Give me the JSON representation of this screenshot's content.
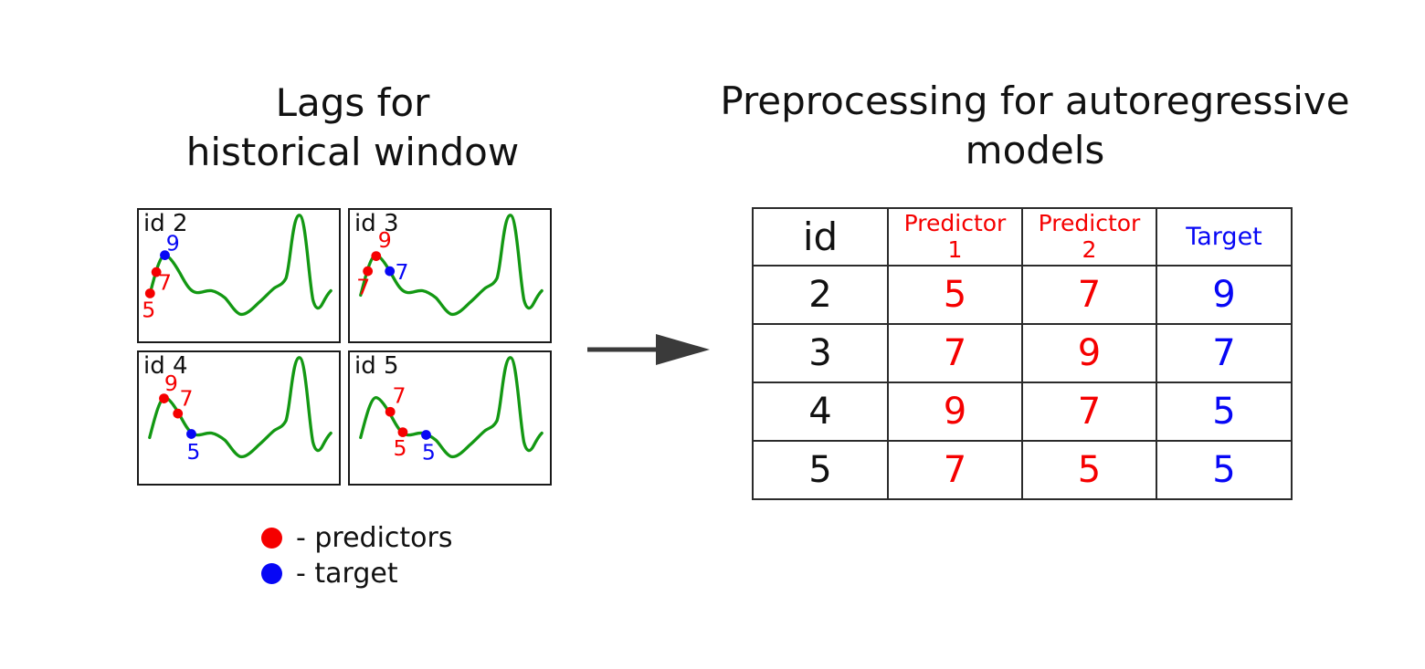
{
  "titles": {
    "left_line1": "Lags for",
    "left_line2": "historical window",
    "right_line1": "Preprocessing for autoregressive",
    "right_line2": "models"
  },
  "colors": {
    "predictor_red": "#f50000",
    "target_blue": "#0707f5",
    "curve_green": "#139813",
    "arrow_gray": "#3a3a3a"
  },
  "plots": {
    "panels": [
      {
        "id_label": "id 2",
        "points": [
          {
            "label": "5",
            "role": "predictor"
          },
          {
            "label": "7",
            "role": "predictor"
          },
          {
            "label": "9",
            "role": "target"
          }
        ]
      },
      {
        "id_label": "id 3",
        "points": [
          {
            "label": "7",
            "role": "predictor"
          },
          {
            "label": "9",
            "role": "predictor"
          },
          {
            "label": "7",
            "role": "target"
          }
        ]
      },
      {
        "id_label": "id 4",
        "points": [
          {
            "label": "9",
            "role": "predictor"
          },
          {
            "label": "7",
            "role": "predictor"
          },
          {
            "label": "5",
            "role": "target"
          }
        ]
      },
      {
        "id_label": "id 5",
        "points": [
          {
            "label": "7",
            "role": "predictor"
          },
          {
            "label": "5",
            "role": "predictor"
          },
          {
            "label": "5",
            "role": "target"
          }
        ]
      }
    ]
  },
  "legend": {
    "items": [
      {
        "label": "- predictors",
        "color": "#f50000"
      },
      {
        "label": "- target",
        "color": "#0707f5"
      }
    ]
  },
  "table": {
    "headers": {
      "id": "id",
      "p1_line1": "Predictor",
      "p1_line2": "1",
      "p2_line1": "Predictor",
      "p2_line2": "2",
      "target": "Target"
    },
    "rows": [
      {
        "id": "2",
        "p1": "5",
        "p2": "7",
        "target": "9"
      },
      {
        "id": "3",
        "p1": "7",
        "p2": "9",
        "target": "7"
      },
      {
        "id": "4",
        "p1": "9",
        "p2": "7",
        "target": "5"
      },
      {
        "id": "5",
        "p1": "7",
        "p2": "5",
        "target": "5"
      }
    ]
  },
  "chart_data": {
    "type": "line",
    "title": "Lags for historical window",
    "description": "Four identical mini time-series curves (ids 2-5). A sliding 3-point lag window is marked on each: two red predictor points and one blue target point. Marked series values along the curve are 5,7,9,7,5,5.",
    "marked_series_values": [
      5,
      7,
      9,
      7,
      5,
      5
    ],
    "panels": [
      {
        "id": 2,
        "predictors": [
          5,
          7
        ],
        "target": 9
      },
      {
        "id": 3,
        "predictors": [
          7,
          9
        ],
        "target": 7
      },
      {
        "id": 4,
        "predictors": [
          9,
          7
        ],
        "target": 5
      },
      {
        "id": 5,
        "predictors": [
          7,
          5
        ],
        "target": 5
      }
    ],
    "legend_position": "bottom-left",
    "grid": false
  }
}
